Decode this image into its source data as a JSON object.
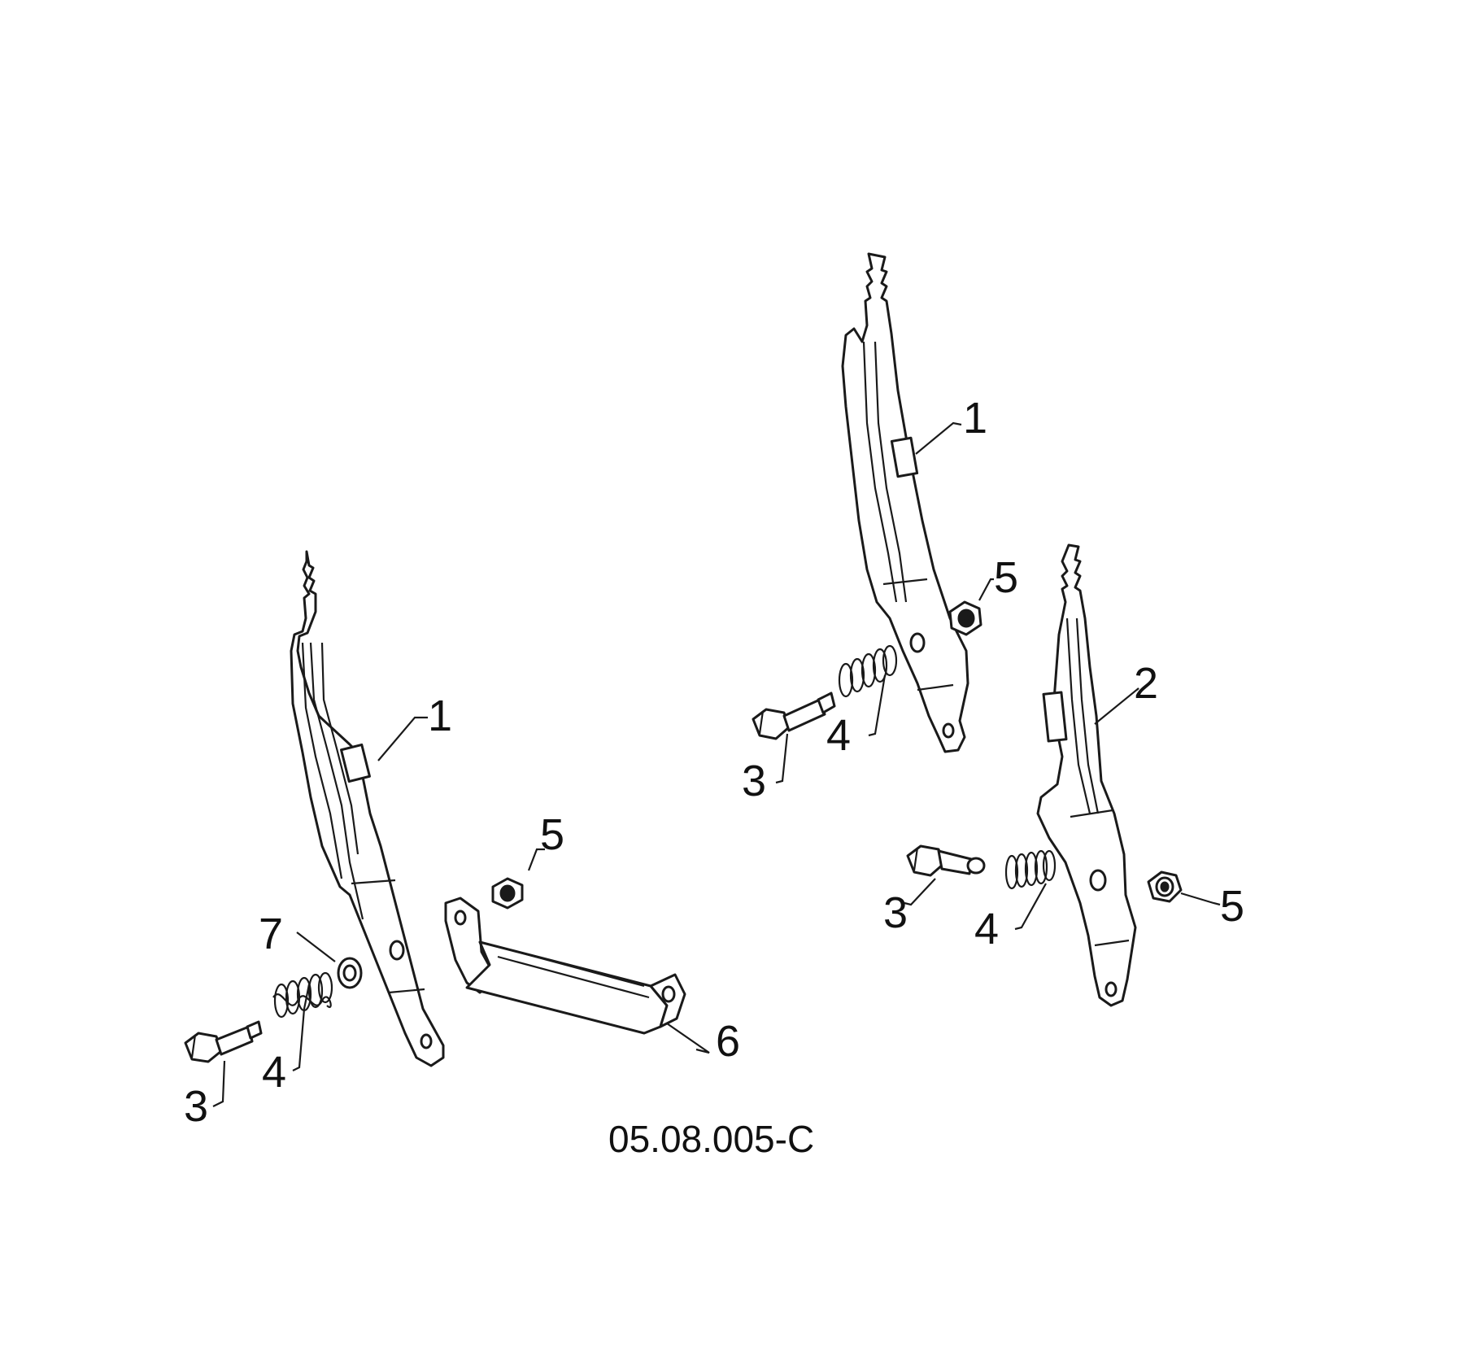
{
  "diagram": {
    "caption": "05.08.005-C",
    "callouts": {
      "left_lever": "1",
      "left_bolt": "3",
      "left_spring": "4",
      "left_nut": "5",
      "left_bracket": "6",
      "left_washer": "7",
      "mid_lever": "1",
      "mid_nut": "5",
      "mid_spring": "4",
      "mid_bolt": "3",
      "right_lever": "2",
      "right_bolt": "3",
      "right_spring": "4",
      "right_nut": "5"
    }
  }
}
